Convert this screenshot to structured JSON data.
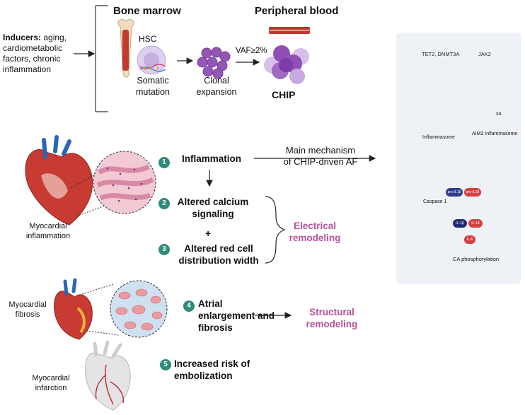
{
  "top": {
    "inducers_label": "Inducers:",
    "inducers_text": [
      " aging,",
      "cardiometabolic",
      "factors, chronic",
      "inflammation"
    ],
    "bone_marrow": "Bone marrow",
    "peripheral_blood": "Peripheral blood",
    "hsc": "HSC",
    "somatic_mutation": [
      "Somatic",
      "mutation"
    ],
    "clonal_expansion": [
      "Clonal",
      "expansion"
    ],
    "vaf": "VAF≥2%",
    "chip": "CHIP"
  },
  "left": {
    "myocardial_inflammation": [
      "Myocardial",
      "inflammation"
    ],
    "myocardial_fibrosis": [
      "Myocardial",
      "fibrosis"
    ],
    "myocardial_infarction": [
      "Myocardial",
      "infarction"
    ]
  },
  "steps": [
    {
      "num": "1",
      "lines": [
        "Inflammation"
      ]
    },
    {
      "num": "2",
      "lines": [
        "Altered calcium",
        "signaling"
      ]
    },
    {
      "num": "3",
      "lines": [
        "Altered red cell",
        "distribution width"
      ]
    },
    {
      "num": "4",
      "lines": [
        "Atrial",
        "enlargement and",
        "fibrosis"
      ]
    },
    {
      "num": "5",
      "lines": [
        "Increased risk of",
        "embolization"
      ]
    }
  ],
  "plus": "+",
  "main_mechanism": [
    "Main mechanism",
    "of CHIP-driven AF"
  ],
  "electrical": [
    "Electrical",
    "remodeling"
  ],
  "structural": [
    "Structural",
    "remodeling"
  ],
  "panel": {
    "tet2": "TET2, DNMT3A",
    "jak2": "JAK2",
    "x4": "x4",
    "inflammasome": "Inflammasome",
    "aim2": "AIM2 Inflammasome",
    "pro_il1b": "pro-IL1β",
    "pro_il18": "pro-IL18",
    "caspase": "Caspase 1",
    "il1b": "IL-1β",
    "il18": "IL-18",
    "il6": "IL-6",
    "ca": "CA phosphorylation"
  },
  "colors": {
    "accent": "#b5529a",
    "step": "#2e8b7a",
    "panel_bg": "#eef1f6"
  }
}
